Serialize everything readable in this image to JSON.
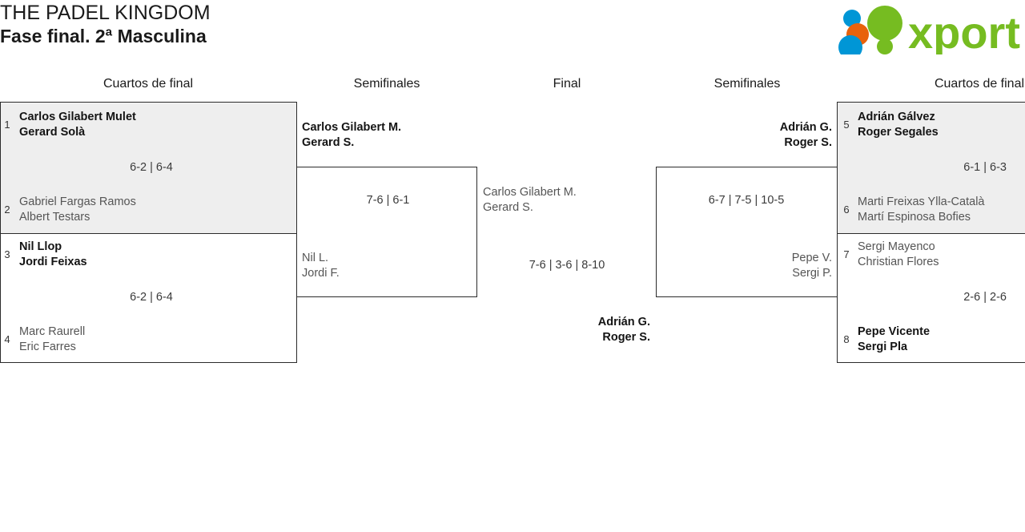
{
  "header": {
    "tournament_name": "THE PADEL KINGDOM",
    "stage_title": "Fase final. 2ª Masculina",
    "logo": {
      "brand": "xporty",
      "brand_color": "#76bc21",
      "dot_colors": {
        "blue": "#0096d6",
        "orange": "#e8620c",
        "green": "#76bc21"
      }
    }
  },
  "rounds": [
    {
      "id": "qf-left",
      "label": "Cuartos de final"
    },
    {
      "id": "sf-left",
      "label": "Semifinales"
    },
    {
      "id": "final",
      "label": "Final"
    },
    {
      "id": "sf-right",
      "label": "Semifinales"
    },
    {
      "id": "qf-right",
      "label": "Cuartos de final"
    }
  ],
  "matches": {
    "qf1": {
      "score": "6-2 | 6-4",
      "top": {
        "seed": "1",
        "player1": "Carlos Gilabert Mulet",
        "player2": "Gerard Solà",
        "result": "winner"
      },
      "bottom": {
        "seed": "2",
        "player1": "Gabriel Fargas Ramos",
        "player2": "Albert Testars",
        "result": "loser"
      }
    },
    "qf2": {
      "score": "6-2 | 6-4",
      "top": {
        "seed": "3",
        "player1": "Nil Llop",
        "player2": "Jordi Feixas",
        "result": "winner"
      },
      "bottom": {
        "seed": "4",
        "player1": "Marc Raurell",
        "player2": "Eric Farres",
        "result": "loser"
      }
    },
    "qf3": {
      "score": "6-1 | 6-3",
      "top": {
        "seed": "5",
        "player1": "Adrián Gálvez",
        "player2": "Roger Segales",
        "result": "winner"
      },
      "bottom": {
        "seed": "6",
        "player1": "Marti Freixas Ylla-Català",
        "player2": "Martí Espinosa Bofies",
        "result": "loser"
      }
    },
    "qf4": {
      "score": "2-6 | 2-6",
      "top": {
        "seed": "7",
        "player1": "Sergi Mayenco",
        "player2": "Christian Flores",
        "result": "loser"
      },
      "bottom": {
        "seed": "8",
        "player1": "Pepe Vicente",
        "player2": "Sergi Pla",
        "result": "winner"
      }
    },
    "sf1": {
      "score": "7-6 | 6-1",
      "top": {
        "player1": "Carlos Gilabert M.",
        "player2": "Gerard S.",
        "result": "winner"
      },
      "bottom": {
        "player1": "Nil L.",
        "player2": "Jordi F.",
        "result": "loser"
      }
    },
    "sf2": {
      "score": "6-7 | 7-5 | 10-5",
      "top": {
        "player1": "Adrián G.",
        "player2": "Roger S.",
        "result": "winner"
      },
      "bottom": {
        "player1": "Pepe V.",
        "player2": "Sergi P.",
        "result": "loser"
      }
    },
    "final": {
      "score": "7-6 | 3-6 | 8-10",
      "top": {
        "player1": "Carlos Gilabert M.",
        "player2": "Gerard S.",
        "result": "loser"
      },
      "bottom": {
        "player1": "Adrián G.",
        "player2": "Roger S.",
        "result": "winner"
      }
    }
  }
}
